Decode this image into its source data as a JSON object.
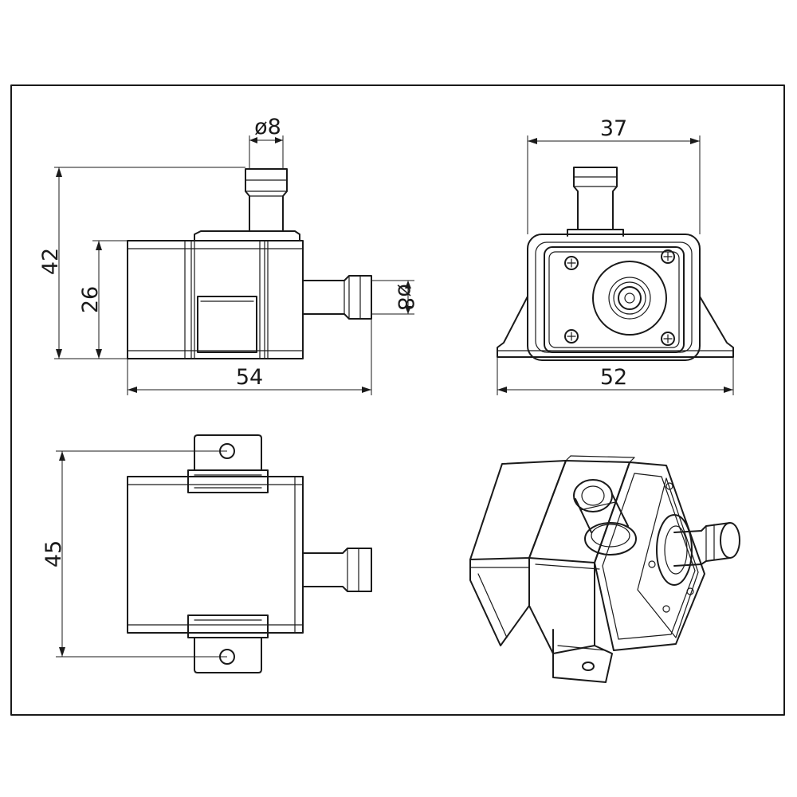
{
  "drawing": {
    "colors": {
      "line": "#1a1a1a",
      "background": "#ffffff"
    },
    "dimensions": {
      "front_outlet_diameter": "ø8",
      "front_height_total": "42",
      "front_body_height": "26",
      "front_length": "54",
      "front_inlet_diameter": "ø8",
      "side_width_top": "37",
      "side_width_base": "52",
      "top_mount_span": "45"
    }
  }
}
